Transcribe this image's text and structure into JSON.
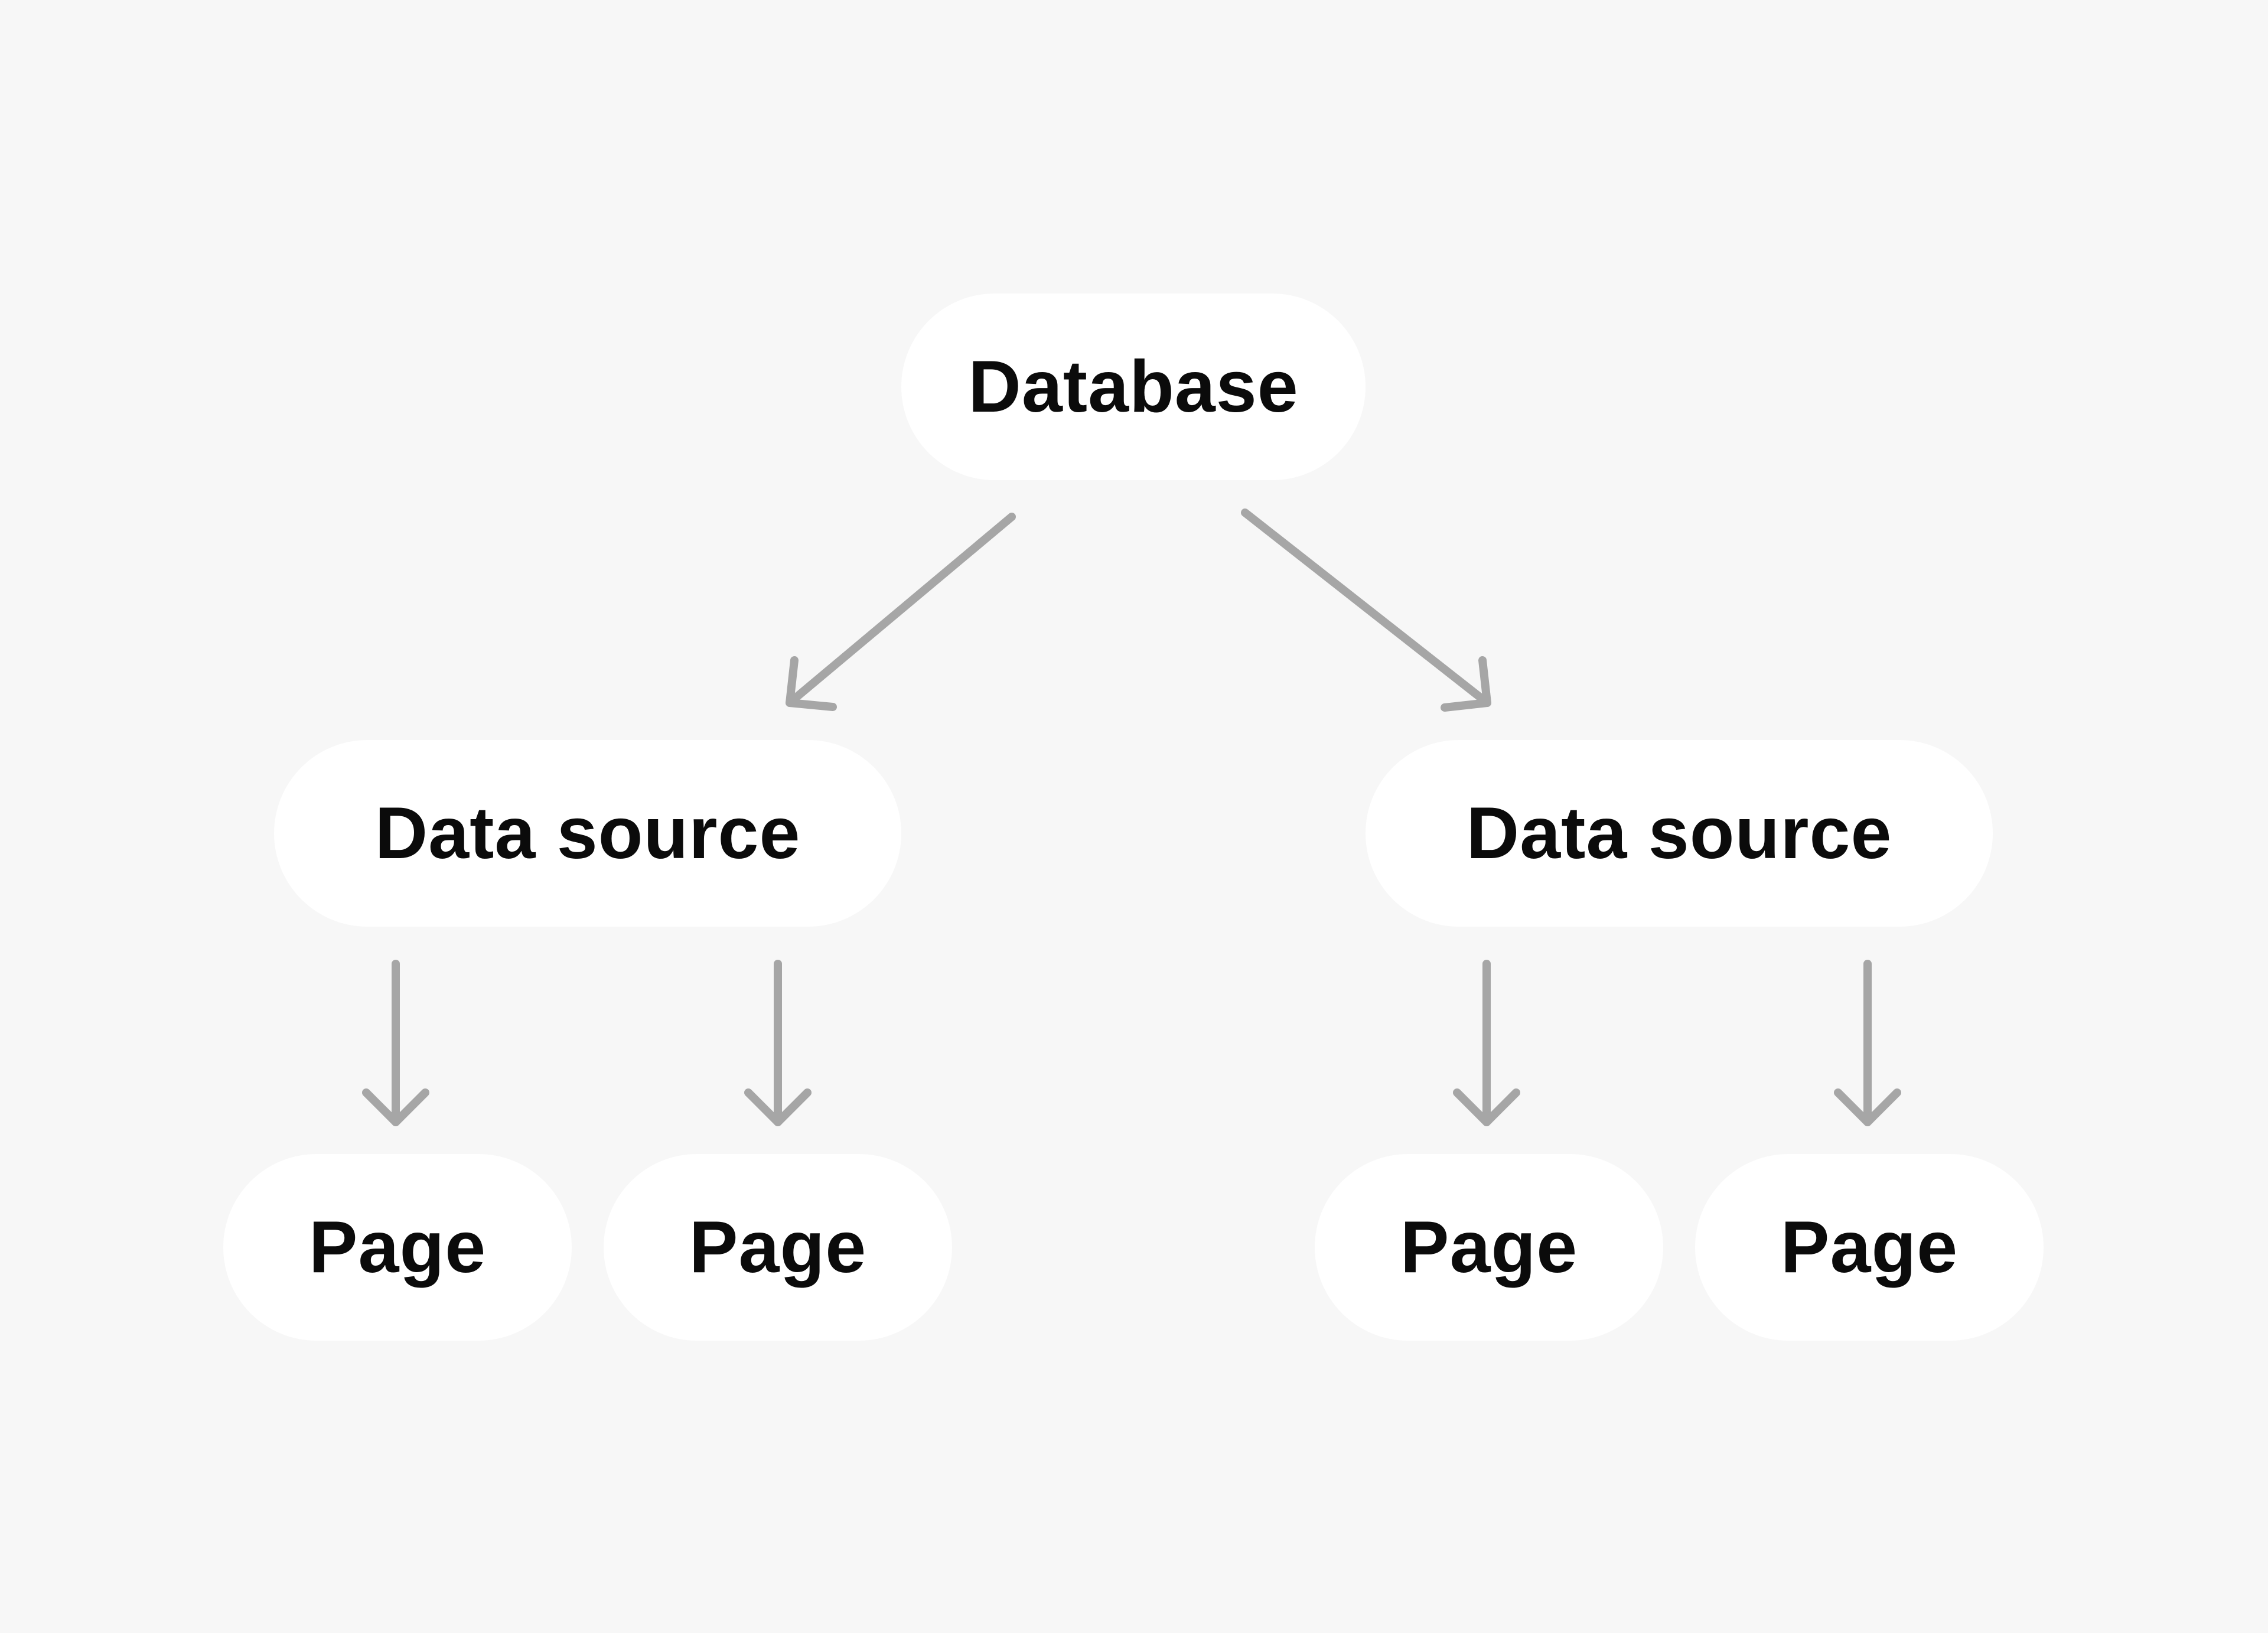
{
  "diagram": {
    "root": {
      "label": "Database"
    },
    "data_sources": [
      {
        "label": "Data source"
      },
      {
        "label": "Data source"
      }
    ],
    "pages": [
      {
        "label": "Page"
      },
      {
        "label": "Page"
      },
      {
        "label": "Page"
      },
      {
        "label": "Page"
      }
    ]
  },
  "colors": {
    "background": "#f7f7f7",
    "node_fill": "#ffffff",
    "text": "#0b0b0b",
    "arrow": "#a6a6a6"
  }
}
